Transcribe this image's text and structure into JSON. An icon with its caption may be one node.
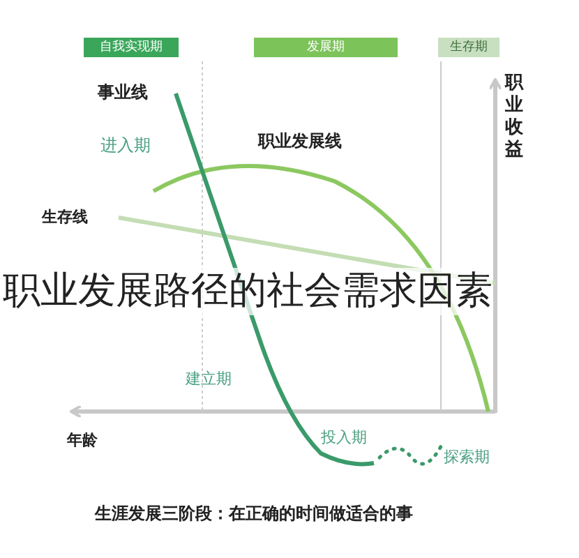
{
  "diagram": {
    "title": "职业发展路径的社会需求因素",
    "caption": "生涯发展三阶段：在正确的时间做适合的事",
    "nodes": [
      {
        "text": [
          "自我实现期"
        ]
      },
      {
        "text": [
          "发展期"
        ]
      },
      {
        "text": [
          "生存期"
        ]
      }
    ],
    "labels": [
      "事业线",
      "职业收益",
      "进入期",
      "职业发展线",
      "生存线",
      "建立期",
      "年龄",
      "投入期",
      "探索期"
    ]
  }
}
